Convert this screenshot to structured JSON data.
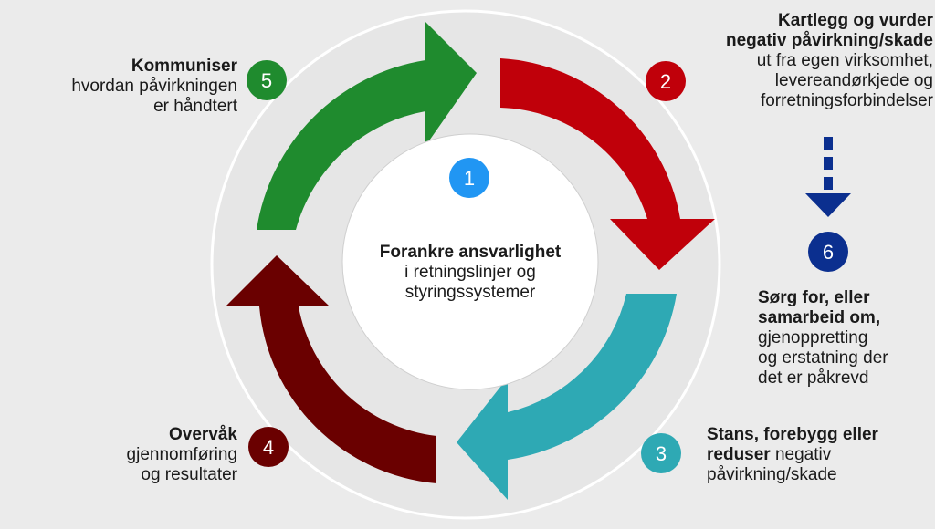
{
  "colors": {
    "background": "#ebebeb",
    "step1": "#2196f3",
    "step2": "#c0000a",
    "step3": "#2ea9b4",
    "step4": "#6a0000",
    "step5": "#1f8b2e",
    "step6": "#0b2f8f"
  },
  "center": {
    "number": "1",
    "title": "Forankre ansvarlighet",
    "line1": "i retningslinjer  og",
    "line2": "styringssystemer"
  },
  "steps": [
    {
      "number": "2",
      "title1": "Kartlegg og vurder",
      "title2": "negativ påvirkning/skade",
      "desc1": "ut fra egen virksomhet,",
      "desc2": "levereandørkjede og",
      "desc3": "forretningsforbindelser"
    },
    {
      "number": "3",
      "title1": "Stans, forebygg eller",
      "title2": "reduser",
      "desc1": " negativ",
      "desc2": "påvirkning/skade"
    },
    {
      "number": "4",
      "title": "Overvåk",
      "desc1": "gjennomføring",
      "desc2": "og resultater"
    },
    {
      "number": "5",
      "title": "Kommuniser",
      "desc1": "hvordan påvirkningen",
      "desc2": "er håndtert"
    },
    {
      "number": "6",
      "title1": "Sørg for, eller",
      "title2": "samarbeid om,",
      "desc1": "gjenoppretting",
      "desc2": "og erstatning der",
      "desc3": "det er påkrevd"
    }
  ]
}
